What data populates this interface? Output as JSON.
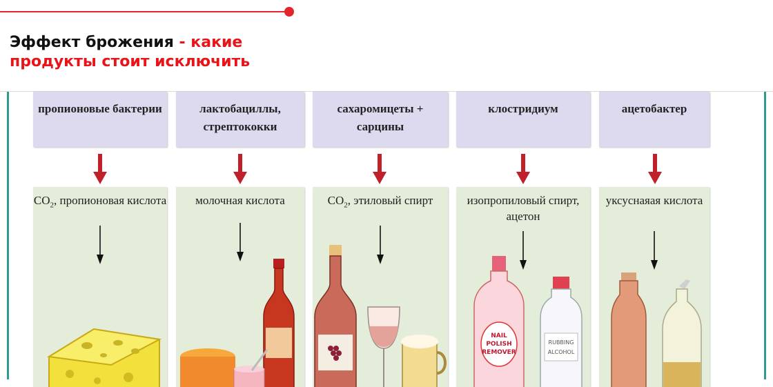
{
  "header": {
    "title_main": "Эффект брожения",
    "title_highlight": " - какие продукты стоит исключить",
    "accent_color": "#e4252b"
  },
  "columns": [
    {
      "bacteria": "пропионовые бактерии",
      "product_prefix": "CO",
      "product_sub": "2",
      "product_rest": ", пропионовая кислота",
      "illustration": "cheese"
    },
    {
      "bacteria": "лактобациллы, стрептококки",
      "product": "молочная кислота",
      "illustration": "cheese-wheel-yogurt-ketchup-bottle"
    },
    {
      "bacteria": "сахаромицеты + сарцины",
      "product_prefix": "CO",
      "product_sub": "2",
      "product_rest": ", этиловый спирт",
      "illustration": "wine-bottle-glass-beer-mug"
    },
    {
      "bacteria": "клостридиум",
      "product": "изопропиловый спирт, ацетон",
      "illustration": "nail-polish-remover-rubbing-alcohol",
      "label_nail": "NAIL POLISH REMOVER",
      "label_rubbing": "RUBBING ALCOHOL"
    },
    {
      "bacteria": "ацетобактер",
      "product": "уксуснаяая кислота",
      "illustration": "vinegar-oil-bottles"
    }
  ],
  "colors": {
    "bacteria_box": "#ddd9ee",
    "product_box": "#e4ecda",
    "red_arrow": "#c0202a",
    "frame": "#2f9b8f"
  }
}
